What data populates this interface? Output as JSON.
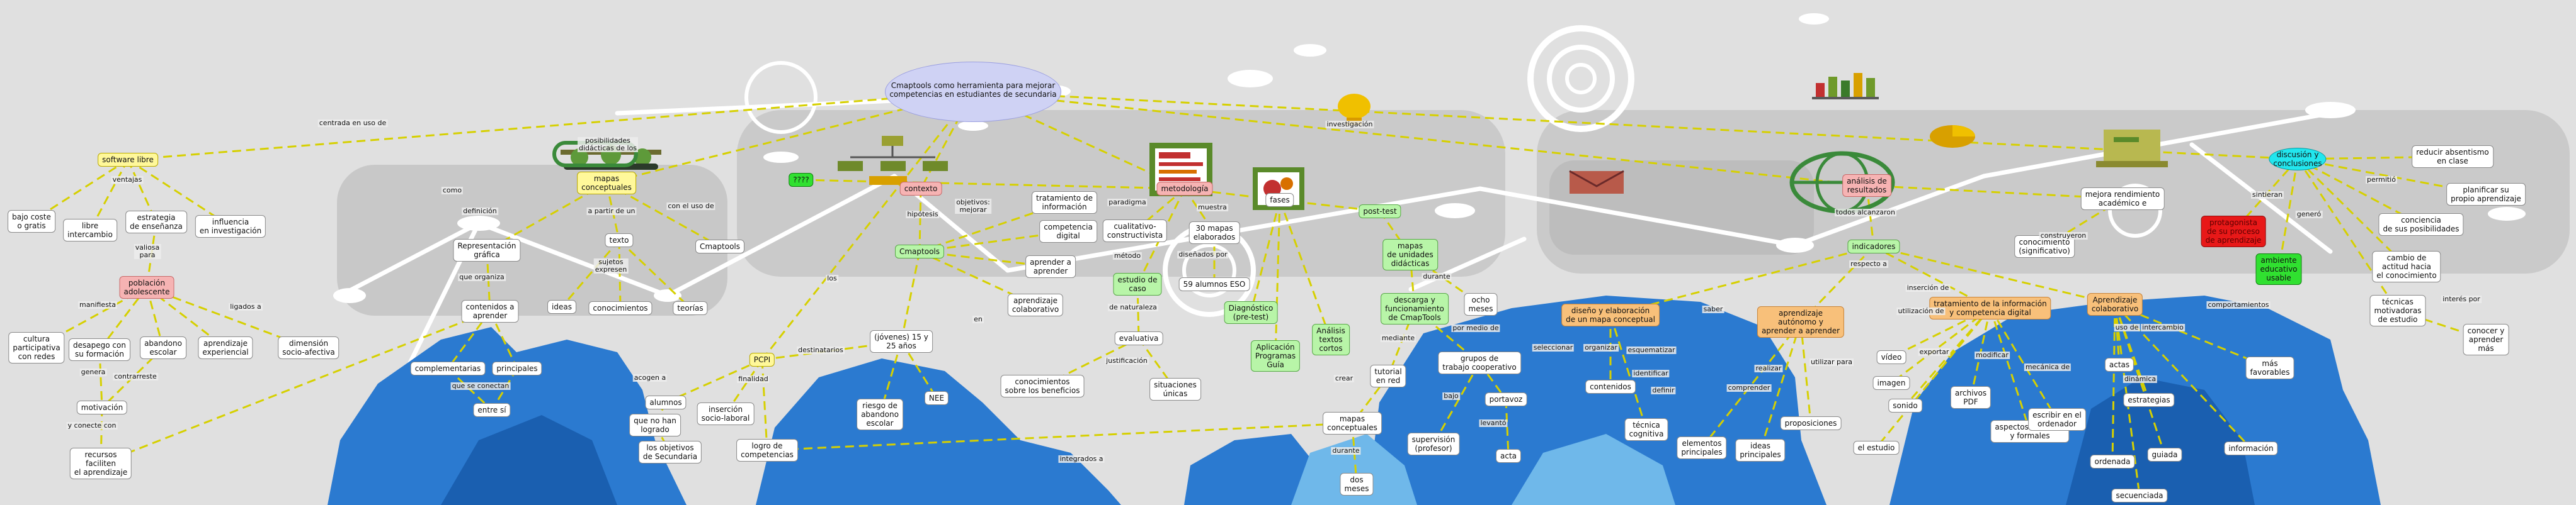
{
  "root": "Cmaptools como herramienta para mejorar\ncompetencias en estudiantes de secundaria",
  "concepts": {
    "n1": "software libre",
    "n2": "bajo coste\no gratis",
    "n3": "libre\nintercambio",
    "n4": "estrategia\nde enseñanza",
    "n5": "influencia\nen investigación",
    "n6": "población\nadolescente",
    "n7": "cultura\nparticipativa\ncon redes",
    "n8": "desapego con\nsu formación",
    "n9": "abandono\nescolar",
    "n10": "aprendizaje\nexperiencial",
    "n11": "dimensión\nsocio-afectiva",
    "n12": "motivación",
    "n13": "recursos\nfaciliten\nel aprendizaje",
    "n14": "mapas\nconceptuales",
    "n15": "Representación\ngráfica",
    "n16": "texto",
    "n17": "Cmaptools",
    "n18": "ideas",
    "n19": "conocimientos",
    "n20": "teorías",
    "n21": "contenidos a\naprender",
    "n22": "complementarias",
    "n23": "principales",
    "n24": "entre sí",
    "n25": "PCPI",
    "n26": "alumnos",
    "n27": "que no han\nlogrado",
    "n28": "los objetivos\nde Secundaria",
    "n29": "inserción\nsocio-laboral",
    "n30": "logro de\ncompetencias",
    "n31": "(jóvenes) 15 y\n25 años",
    "n32": "riesgo de\nabandono\nescolar",
    "n33": "NEE",
    "n34": "contexto",
    "n35": "Cmaptools",
    "n36": "tratamiento de\ninformación",
    "n37": "competencia\ndigital",
    "n38": "aprender a\naprender",
    "n39": "aprendizaje\ncolaborativo",
    "n40": "metodología",
    "n41": "cualitativo-\nconstructivista",
    "n42": "estudio de\ncaso",
    "n43": "evaluativa",
    "n44": "conocimientos\nsobre los beneficios",
    "n45": "situaciones\núnicas",
    "n46": "30 mapas\nelaborados",
    "n47": "59 alumnos ESO",
    "n48": "fases",
    "n49": "post-test",
    "n50": "Diagnóstico\n(pre-test)",
    "n51": "Aplicación\nProgramas\nGuía",
    "n52": "Análisis\ntextos\ncortos",
    "n53": "mapas\nde unidades\ndidácticas",
    "n54": "ocho\nmeses",
    "n55": "descarga y\nfuncionamiento\nde CmapTools",
    "n56": "grupos de\ntrabajo cooperativo",
    "n57": "tutorial\nen red",
    "n58": "portavoz",
    "n59": "mapas\nconceptuales",
    "n60": "dos\nmeses",
    "n61": "supervisión\n(profesor)",
    "n62": "acta",
    "n63": "análisis de\nresultados",
    "n64": "mejora rendimiento\nacadémico e",
    "n65": "indicadores",
    "n66": "conocimiento\n(significativo)",
    "n67": "diseño y elaboración\nde un mapa conceptual",
    "n68": "contenidos",
    "n69": "técnica\ncognitiva",
    "n70": "aprendizaje\nautónomo y\naprender a aprender",
    "n71": "elementos\nprincipales",
    "n72": "ideas\nprincipales",
    "n73": "proposiciones",
    "n74": "tratamiento de la información\ny competencia digital",
    "n75": "vídeo",
    "n76": "imagen",
    "n77": "sonido",
    "n78": "el estudio",
    "n79": "archivos\nPDF",
    "n80": "aspectos estéticos\ny formales",
    "n81": "escribir en el\nordenador",
    "n82": "Aprendizaje\ncolaborativo",
    "n83": "actas",
    "n84": "estrategias",
    "n85": "ordenada",
    "n86": "guiada",
    "n87": "secuenciada",
    "n88": "información",
    "n89": "más\nfavorables",
    "n90": "discusión y\nconclusiones",
    "n91": "reducir absentismo\nen clase",
    "n92": "planificar su\npropio aprendizaje",
    "n93": "conciencia\nde sus posibilidades",
    "n94": "cambio de\nactitud hacia\nel conocimiento",
    "n95": "técnicas\nmotivadoras\nde estudio",
    "n96": "conocer y\naprender\nmás",
    "n97": "protagonista\nde su proceso\nde aprendizaje",
    "n98": "ambiente\neducativo\nusable",
    "n99": "????"
  },
  "links": {
    "l1": "centrada en uso de",
    "l2": "ventajas",
    "l3": "valiosa\npara",
    "l4": "manifiesta",
    "l5": "ligados a",
    "l6": "genera",
    "l7": "contrarreste",
    "l8": "y conecte con",
    "l9": "como",
    "l10": "posibilidades\ndidácticas de los",
    "l11": "definición",
    "l12": "a partir de un",
    "l13": "con el uso de",
    "l14": "sujetos\nexpresen",
    "l15": "que organiza",
    "l16": "que se conectan",
    "l17": "destinatarios",
    "l18": "acogen a",
    "l19": "finalidad",
    "l20": "los",
    "l21": "hipótesis",
    "l22": "objetivos:\nmejorar",
    "l23": "paradigma",
    "l24": "muestra",
    "l25": "método",
    "l26": "diseñados por",
    "l27": "de naturaleza",
    "l28": "justificación",
    "l29": "en",
    "l30": "investigación",
    "l31": "durante",
    "l32": "por medio de",
    "l33": "mediante",
    "l34": "crear",
    "l35": "bajo",
    "l36": "levantó",
    "l37": "durante",
    "l38": "integrados a",
    "l39": "todos alcanzaron",
    "l40": "construyeron",
    "l41": "respecto a",
    "l42": "saber",
    "l43": "seleccionar",
    "l44": "organizar",
    "l45": "esquematizar",
    "l46": "identificar",
    "l47": "definir",
    "l48": "comprender",
    "l49": "realizar",
    "l50": "utilizar para",
    "l51": "utilización de",
    "l52": "inserción de",
    "l53": "exportar",
    "l54": "modificar",
    "l55": "mecánica de",
    "l56": "uso de",
    "l57": "intercambio",
    "l58": "dinámica",
    "l59": "comportamientos",
    "l60": "permitió",
    "l61": "sintieran",
    "l62": "generó",
    "l63": "interés por"
  },
  "colors": {
    "link_line": "#d6d000",
    "backdrop_shape": "#c6c6c6",
    "ground_blue": "#2b7ad0",
    "white_deco": "#ffffff"
  },
  "icons": {
    "i1": "people-network-icon",
    "i2": "organization-chart-icon",
    "i3": "presentation-board-icon",
    "i4": "lightbulb-icon",
    "i5": "bar-chart-icon",
    "i6": "globe-icon",
    "i7": "envelope-icon",
    "i8": "gears-icon",
    "i9": "pie-chart-icon",
    "i10": "laptop-icon",
    "i11": "green-card-icon"
  }
}
